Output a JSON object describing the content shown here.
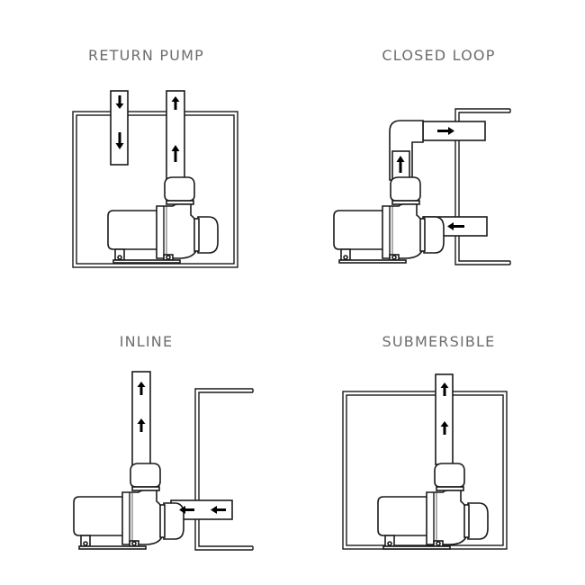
{
  "diagram": {
    "panels": [
      {
        "id": "return-pump",
        "title": "RETURN PUMP"
      },
      {
        "id": "closed-loop",
        "title": "CLOSED LOOP"
      },
      {
        "id": "inline",
        "title": "INLINE"
      },
      {
        "id": "submersible",
        "title": "SUBMERSIBLE"
      }
    ],
    "colors": {
      "title": "#6d6d6d",
      "line": "#1a1a1a",
      "background": "#ffffff"
    }
  }
}
